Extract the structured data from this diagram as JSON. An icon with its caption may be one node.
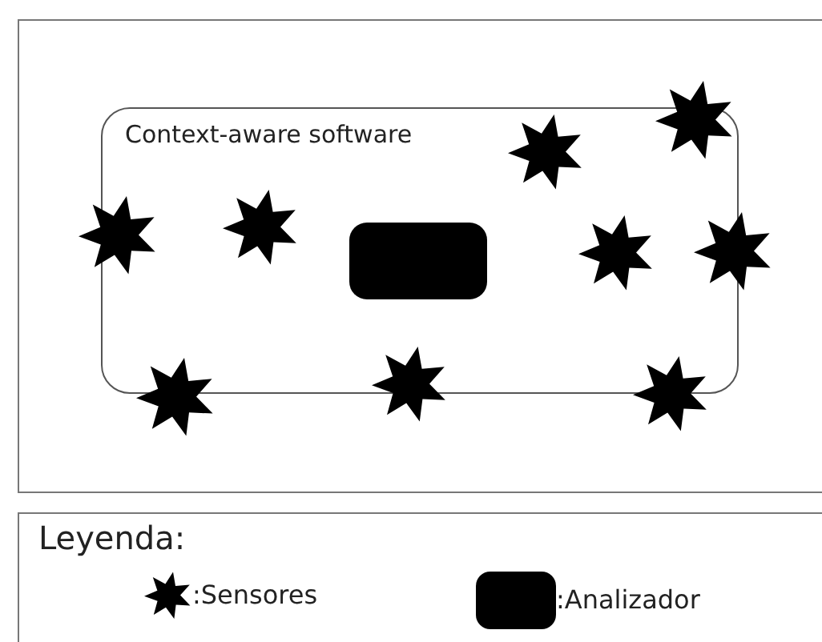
{
  "diagram": {
    "nodes": [
      {
        "text": [
          "Context-aware software"
        ]
      },
      {
        "text": [],
        "shape": "star"
      },
      {
        "text": [],
        "shape": "star",
        "in": 0
      },
      {
        "text": [],
        "shape": "star"
      },
      {
        "text": [],
        "shape": "star",
        "in": 0
      },
      {
        "text": [],
        "shape": "box",
        "in": 0
      },
      {
        "text": [],
        "shape": "star",
        "in": 0
      },
      {
        "text": [],
        "shape": "star"
      },
      {
        "text": [],
        "shape": "star"
      },
      {
        "text": [],
        "shape": "star"
      },
      {
        "text": [],
        "shape": "star"
      }
    ],
    "edges": [],
    "labels": [
      "Leyenda:"
    ],
    "legend": [
      {
        "text": ":Sensores"
      },
      {
        "text": ":Analizador"
      }
    ]
  }
}
